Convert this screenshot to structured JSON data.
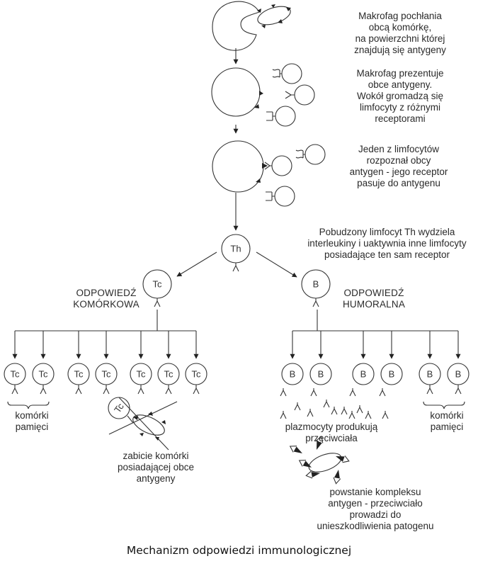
{
  "title": "Mechanizm odpowiedzi immunologicznej",
  "colors": {
    "line": "#333333",
    "text": "#2a2a2a",
    "background": "#ffffff"
  },
  "steps": [
    {
      "id": "phagocytosis",
      "text": "Makrofag pochłania\nobcą komórkę,\nna powierzchni której\nznajdują się antygeny"
    },
    {
      "id": "presentation",
      "text": "Makrofag prezentuje\nobce antygeny.\nWokół gromadzą się\nlimfocyty z różnymi\nreceptorami"
    },
    {
      "id": "recognition",
      "text": "Jeden z limfocytów\nrozpoznał obcy\nantygen - jego receptor\npasuje do antygenu"
    },
    {
      "id": "activation",
      "text": "Pobudzony limfocyt Th wydziela\ninterleukiny i uaktywnia inne limfocyty\nposiadające ten sam receptor"
    }
  ],
  "cells": {
    "helper": "Th",
    "cytotoxic": "Tc",
    "b_cell": "B"
  },
  "branches": {
    "cellular": {
      "label": "ODPOWIEDŹ\nKOMÓRKOWA",
      "child_count": 7,
      "memory_label": "komórki\npamięci",
      "kill_label": "zabicie komórki\nposiadającej obce\nantygeny"
    },
    "humoral": {
      "label": "ODPOWIEDŹ\nHUMORALNA",
      "child_count": 6,
      "plasma_label": "plazmocyty produkują\nprzeciwciała",
      "memory_label": "komórki\npamięci",
      "complex_label": "powstanie kompleksu\nantygen - przeciwciało\nprowadzi do\nunieszkodliwienia patogenu"
    }
  }
}
